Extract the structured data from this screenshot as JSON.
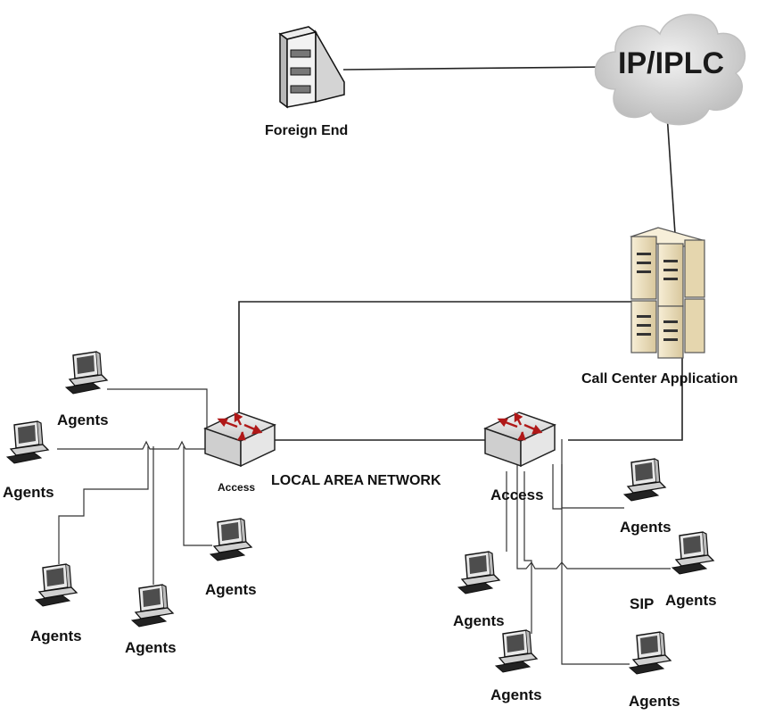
{
  "cloud": {
    "label": "IP/IPLC",
    "icon": "cloud-icon"
  },
  "foreign_end": {
    "label": "Foreign End",
    "icon": "firewall-server-icon"
  },
  "call_center": {
    "label": "Call Center Application",
    "icon": "server-cluster-icon"
  },
  "lan": {
    "label": "LOCAL AREA NETWORK"
  },
  "switches": {
    "left": {
      "label": "Access",
      "icon": "switch-icon"
    },
    "right": {
      "label": "Access",
      "icon": "switch-icon"
    }
  },
  "agents": {
    "a1": "Agents",
    "a2": "Agents",
    "a3": "Agents",
    "a4": "Agents",
    "a5": "Agents",
    "a6": "Agents",
    "a7": "Agents",
    "a8": "Agents",
    "a9": "Agents",
    "a10": "Agents"
  },
  "sip": "SIP",
  "colors": {
    "line": "#222222",
    "cloud": "#d6d6d6",
    "server": "#efe3c4",
    "switch": "#d9d9d9",
    "arrow": "#b01818"
  }
}
